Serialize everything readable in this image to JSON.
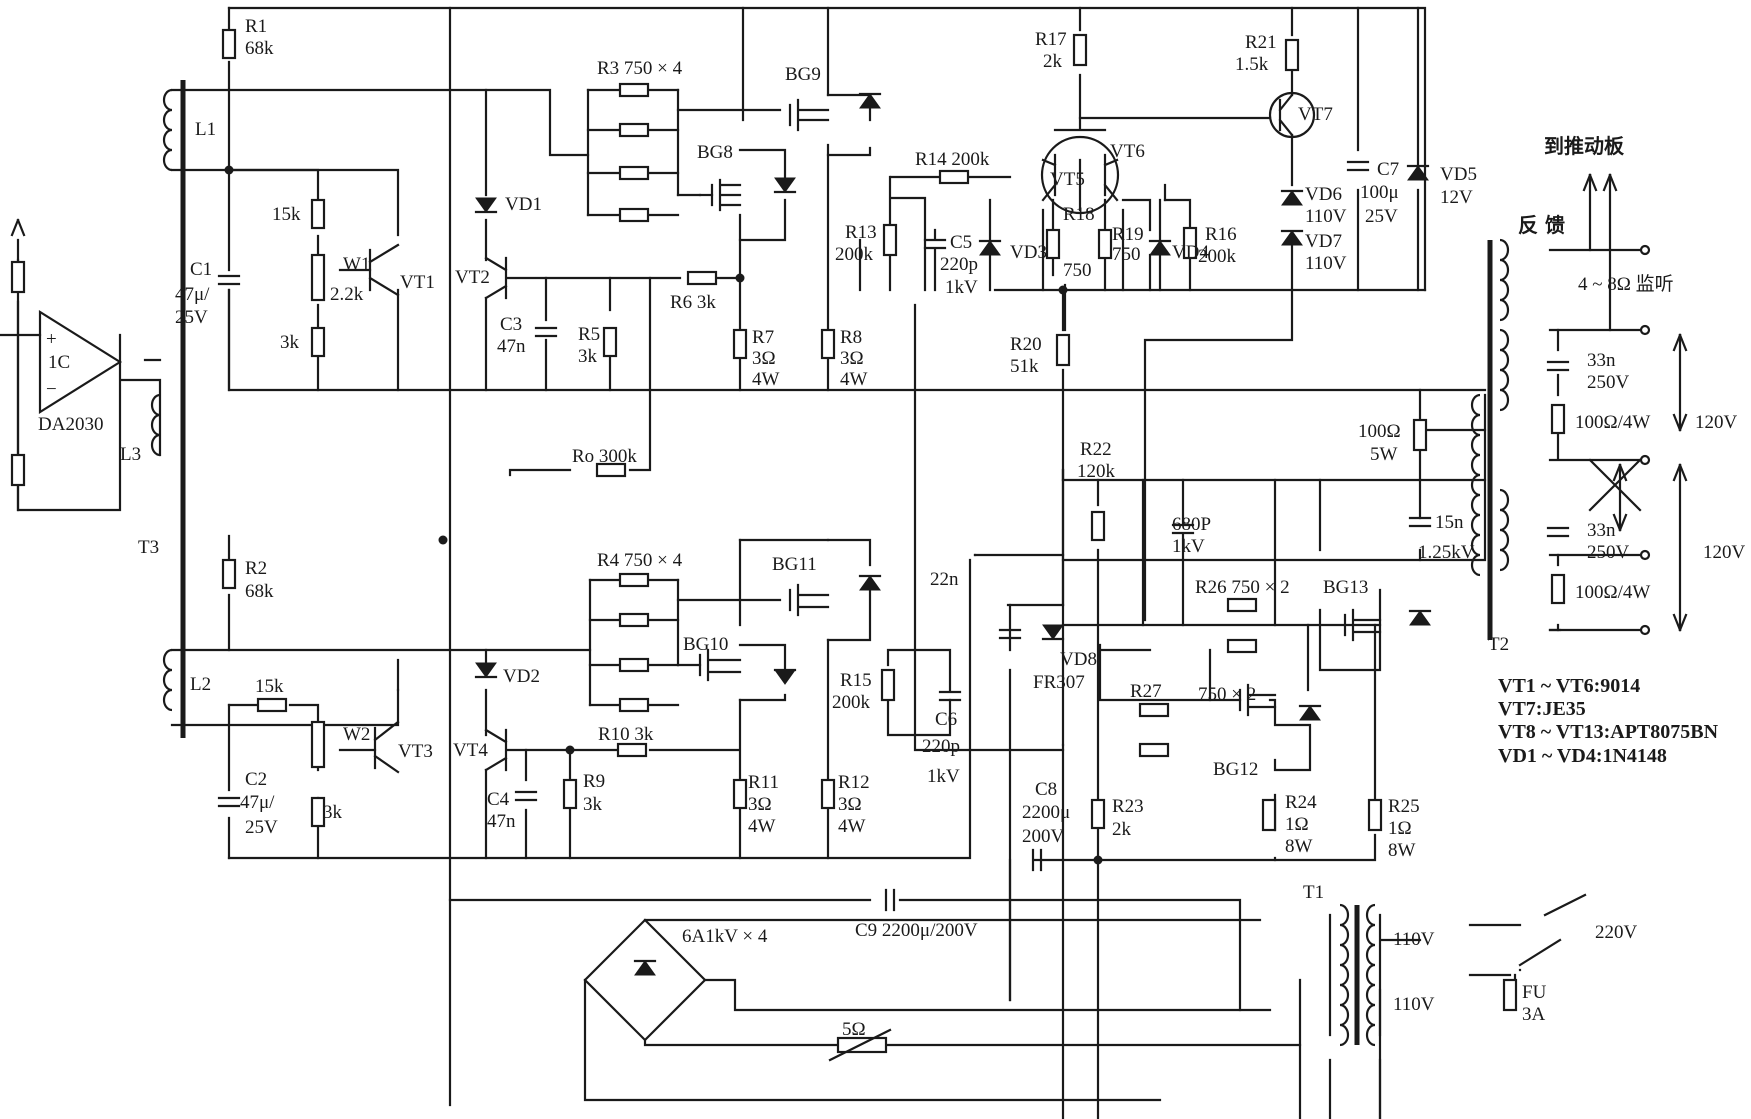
{
  "labels": {
    "R1": "R1",
    "R1v": "68k",
    "R2": "R2",
    "R2v": "68k",
    "R3": "R3 750 × 4",
    "R4": "R4 750 × 4",
    "R5": "R5",
    "R5v": "3k",
    "R6": "R6 3k",
    "R7": "R7",
    "R7v": "3Ω",
    "R7p": "4W",
    "R8": "R8",
    "R8v": "3Ω",
    "R8p": "4W",
    "R9": "R9",
    "R9v": "3k",
    "R10": "R10 3k",
    "R11": "R11",
    "R11v": "3Ω",
    "R11p": "4W",
    "R12": "R12",
    "R12v": "3Ω",
    "R12p": "4W",
    "R13": "R13",
    "R13v": "200k",
    "R14": "R14 200k",
    "R15": "R15",
    "R15v": "200k",
    "R16": "R16",
    "R16v": "200k",
    "R17": "R17",
    "R17v": "2k",
    "R18": "R18",
    "R18v": "750",
    "R19": "R19",
    "R19v": "750",
    "R20": "R20",
    "R20v": "51k",
    "R21": "R21",
    "R21v": "1.5k",
    "R22": "R22",
    "R22v": "120k",
    "R23": "R23",
    "R23v": "2k",
    "R24": "R24",
    "R24v": "1Ω",
    "R24p": "8W",
    "R25": "R25",
    "R25v": "1Ω",
    "R25p": "8W",
    "R26": "R26 750 × 2",
    "R27": "R27",
    "R27b": "750 × 2",
    "Ro": "Ro 300k",
    "r15k1": "15k",
    "r3k1": "3k",
    "r15k2": "15k",
    "r3k2": "3k",
    "W1": "W1",
    "W1v": "2.2k",
    "W2": "W2",
    "C1": "C1",
    "C1v": "47μ/",
    "C1u": "25V",
    "C2": "C2",
    "C2v": "47μ/",
    "C2u": "25V",
    "C3": "C3",
    "C3v": "47n",
    "C4": "C4",
    "C4v": "47n",
    "C5": "C5",
    "C5v": "220p",
    "C5u": "1kV",
    "C6": "C6",
    "C6v": "220p",
    "C6u": "1kV",
    "C7": "C7",
    "C7v": "100μ",
    "C7u": "25V",
    "C8": "C8",
    "C8v": "2200μ",
    "C8u": "200V",
    "C9": "C9 2200μ/200V",
    "c22n": "22n",
    "c680": "680P",
    "c680u": "1kV",
    "c15n": "15n",
    "c15nu": "1.25kV",
    "c33a": "33n",
    "c33au": "250V",
    "c33b": "33n",
    "c33bu": "250V",
    "r100a": "100Ω/4W",
    "r100b": "100Ω/4W",
    "r100c": "100Ω",
    "r100cu": "5W",
    "v120a": "120V",
    "v120b": "120V",
    "VT1": "VT1",
    "VT2": "VT2",
    "VT3": "VT3",
    "VT4": "VT4",
    "VT5": "VT5",
    "VT6": "VT6",
    "VT7": "VT7",
    "BG8": "BG8",
    "BG9": "BG9",
    "BG10": "BG10",
    "BG11": "BG11",
    "BG12": "BG12",
    "BG13": "BG13",
    "VD1": "VD1",
    "VD2": "VD2",
    "VD3": "VD3",
    "VD4": "VD4",
    "VD5": "VD5",
    "VD5v": "12V",
    "VD6": "VD6",
    "VD6v": "110V",
    "VD7": "VD7",
    "VD7v": "110V",
    "VD8": "VD8",
    "VD8v": "FR307",
    "L1": "L1",
    "L2": "L2",
    "L3": "L3",
    "T1": "T1",
    "T2": "T2",
    "T3": "T3",
    "ic": "1C",
    "icname": "DA2030",
    "plus": "+",
    "minus": "−",
    "bridge": "6A1kV × 4",
    "therm": "5Ω",
    "t1a": "110V",
    "t1b": "110V",
    "mains": "220V",
    "fuse": "FU",
    "fusev": "3A",
    "toDrive": "到推动板",
    "feedback": "反 馈",
    "monitor": "4 ~ 8Ω 监听",
    "note1": "VT1 ~ VT6:9014",
    "note2": "VT7:JE35",
    "note3": "VT8 ~ VT13:APT8075BN",
    "note4": "VD1 ~ VD4:1N4148"
  }
}
